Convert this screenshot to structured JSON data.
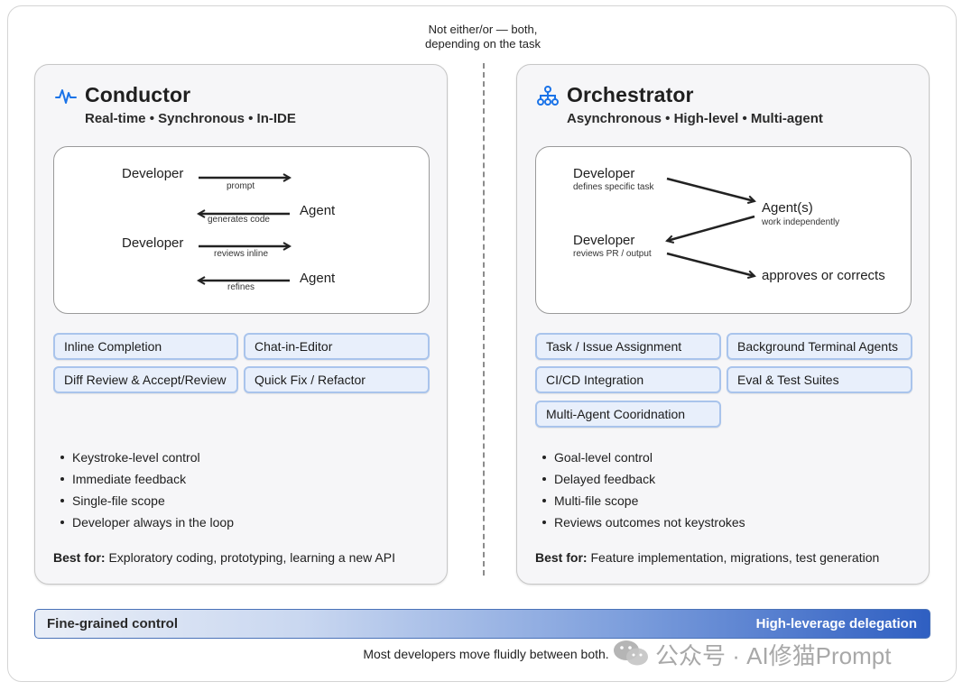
{
  "top_note": {
    "line1": "Not either/or — both,",
    "line2": "depending on the task"
  },
  "conductor": {
    "title": "Conductor",
    "subtitle": "Real-time • Synchronous • In-IDE",
    "icon": "waveform-icon",
    "flow": {
      "developer_1": "Developer",
      "prompt": "prompt",
      "agent_1": "Agent",
      "generates_code": "generates code",
      "developer_2": "Developer",
      "reviews_inline": "reviews inline",
      "agent_2": "Agent",
      "refines": "refines"
    },
    "chips": [
      "Inline Completion",
      "Chat-in-Editor",
      "Diff Review & Accept/Review",
      "Quick Fix / Refactor"
    ],
    "bullets": [
      "Keystroke-level control",
      "Immediate feedback",
      "Single-file scope",
      "Developer always in the loop"
    ],
    "best_for_label": "Best for:",
    "best_for_text": "Exploratory coding, prototyping, learning a new API"
  },
  "orchestrator": {
    "title": "Orchestrator",
    "subtitle": "Asynchronous • High-level • Multi-agent",
    "icon": "hierarchy-icon",
    "flow": {
      "developer_1": "Developer",
      "defines_task": "defines specific task",
      "agents": "Agent(s)",
      "work_independently": "work independently",
      "developer_2": "Developer",
      "reviews_pr": "reviews PR / output",
      "approves": "approves or corrects"
    },
    "chips": [
      "Task / Issue Assignment",
      "Background Terminal Agents",
      "CI/CD Integration",
      "Eval & Test Suites",
      "Multi-Agent Cooridnation"
    ],
    "bullets": [
      "Goal-level control",
      "Delayed feedback",
      "Multi-file scope",
      "Reviews outcomes not keystrokes"
    ],
    "best_for_label": "Best for:",
    "best_for_text": "Feature implementation, migrations, test generation"
  },
  "spectrum": {
    "left_label": "Fine-grained control",
    "right_label": "High-leverage delegation"
  },
  "footer": "Most developers move fluidly between both.",
  "watermark": "公众号 · AI修猫Prompt",
  "colors": {
    "accent_blue": "#2f5fc2",
    "chip_fill": "#e8effb",
    "chip_border": "#a9c4ec",
    "icon_blue": "#1a73e8"
  }
}
